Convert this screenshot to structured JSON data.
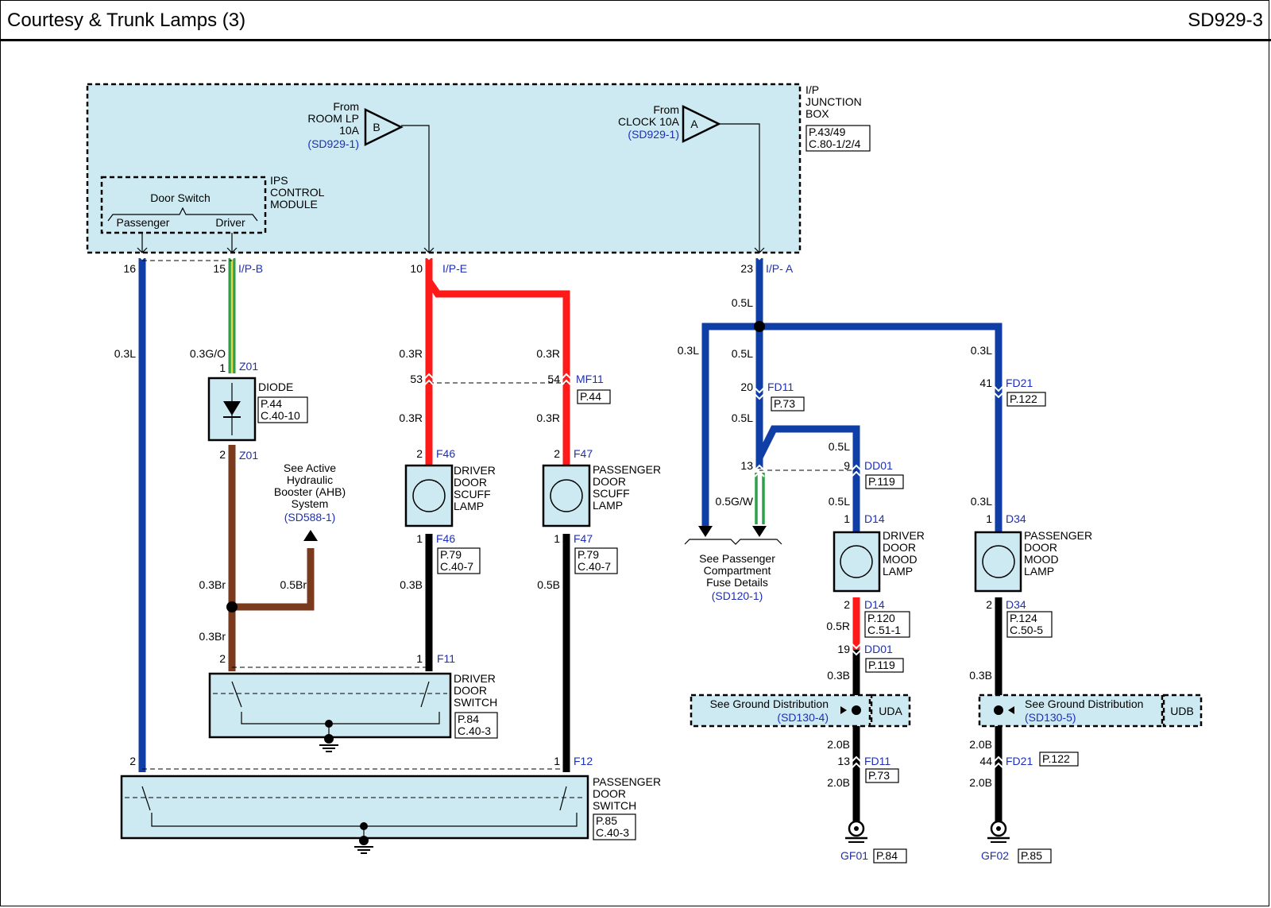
{
  "header": {
    "title": "Courtesy & Trunk Lamps (3)",
    "code": "SD929-3"
  },
  "colors": {
    "blue": "#0f3ea6",
    "red": "#ff1a1a",
    "black": "#000000",
    "brown": "#7a3a1e",
    "green_yellow": "#2ea04a",
    "panel": "#cdeaf2",
    "link": "#1d2fb8"
  },
  "junction_box": {
    "label": [
      "I/P",
      "JUNCTION",
      "BOX"
    ],
    "ref": [
      "P.43/49",
      "C.80-1/2/4"
    ]
  },
  "fuse_b": {
    "from": [
      "From",
      "ROOM LP",
      "10A"
    ],
    "link": "(SD929-1)",
    "letter": "B"
  },
  "fuse_a": {
    "from": [
      "From",
      "CLOCK 10A"
    ],
    "link": "(SD929-1)",
    "letter": "A"
  },
  "ips": {
    "label": [
      "IPS",
      "CONTROL",
      "MODULE"
    ],
    "title": "Door Switch",
    "left": "Passenger",
    "right": "Driver"
  },
  "pins": {
    "p16": "16",
    "p15": "15",
    "ipb": "I/P-B",
    "p10": "10",
    "ipe": "I/P-E",
    "p23": "23",
    "ipa": "I/P- A",
    "z01a": "Z01",
    "z01b": "Z01",
    "d1": "1",
    "d2": "2",
    "p53": "53",
    "p54": "54",
    "mf11": "MF11",
    "mf11ref": "P.44",
    "f46a_n": "2",
    "f46a": "F46",
    "f46b_n": "1",
    "f46b": "F46",
    "f47a_n": "2",
    "f47a": "F47",
    "f47b_n": "1",
    "f47b": "F47",
    "f11a_n": "2",
    "f11b_n": "1",
    "f11": "F11",
    "f12a_n": "2",
    "f12b_n": "1",
    "f12": "F12",
    "fd11_n": "20",
    "fd11": "FD11",
    "fd11ref": "P.73",
    "fd21_n": "41",
    "fd21": "FD21",
    "fd21ref": "P.122",
    "p13": "13",
    "p9": "9",
    "dd01": "DD01",
    "dd01ref": "P.119",
    "d14a_n": "1",
    "d14a": "D14",
    "d14b_n": "2",
    "d14b": "D14",
    "d34a_n": "1",
    "d34a": "D34",
    "d34b_n": "2",
    "d34b": "D34",
    "dd01b_n": "19",
    "dd01b": "DD01",
    "dd01bref": "P.119",
    "fd11b_n": "13",
    "fd11b": "FD11",
    "fd11bref": "P.73",
    "fd21b_n": "44",
    "fd21b": "FD21",
    "fd21bref": "P.122",
    "gf01": "GF01",
    "gf01ref": "P.84",
    "gf02": "GF02",
    "gf02ref": "P.85"
  },
  "wires": {
    "w1": "0.3L",
    "w2": "0.3G/O",
    "w3": "0.3R",
    "w4": "0.3R",
    "w5": "0.3R",
    "w6": "0.3R",
    "w7": "0.3Br",
    "w8": "0.5Br",
    "w9": "0.3Br",
    "w10": "0.3B",
    "w11": "0.5B",
    "w12": "0.5L",
    "w13": "0.3L",
    "w14": "0.5L",
    "w15": "0.5L",
    "w16": "0.3L",
    "w17": "0.5L",
    "w18": "0.5G/W",
    "w19": "0.5L",
    "w20": "0.3L",
    "w21": "0.5R",
    "w22": "0.3B",
    "w23": "0.3B",
    "w24": "2.0B",
    "w25": "2.0B",
    "w26": "2.0B",
    "w27": "2.0B"
  },
  "components": {
    "diode": {
      "label": "DIODE",
      "ref": [
        "P.44",
        "C.40-10"
      ]
    },
    "ahb": {
      "text": [
        "See Active",
        "Hydraulic",
        "Booster (AHB)",
        "System"
      ],
      "link": "(SD588-1)"
    },
    "driver_scuff": {
      "label": [
        "DRIVER",
        "DOOR",
        "SCUFF",
        "LAMP"
      ],
      "ref": [
        "P.79",
        "C.40-7"
      ]
    },
    "pass_scuff": {
      "label": [
        "PASSENGER",
        "DOOR",
        "SCUFF",
        "LAMP"
      ],
      "ref": [
        "P.79",
        "C.40-7"
      ]
    },
    "driver_switch": {
      "label": [
        "DRIVER",
        "DOOR",
        "SWITCH"
      ],
      "ref": [
        "P.84",
        "C.40-3"
      ]
    },
    "pass_switch": {
      "label": [
        "PASSENGER",
        "DOOR",
        "SWITCH"
      ],
      "ref": [
        "P.85",
        "C.40-3"
      ]
    },
    "driver_mood": {
      "label": [
        "DRIVER",
        "DOOR",
        "MOOD",
        "LAMP"
      ],
      "ref": [
        "P.120",
        "C.51-1"
      ]
    },
    "pass_mood": {
      "label": [
        "PASSENGER",
        "DOOR",
        "MOOD",
        "LAMP"
      ],
      "ref": [
        "P.124",
        "C.50-5"
      ]
    },
    "fuse_details": {
      "text": [
        "See Passenger",
        "Compartment",
        "Fuse Details"
      ],
      "link": "(SD120-1)"
    },
    "ground_a": {
      "text": "See Ground Distribution",
      "link": "(SD130-4)",
      "tag": "UDA"
    },
    "ground_b": {
      "text": "See Ground Distribution",
      "link": "(SD130-5)",
      "tag": "UDB"
    }
  }
}
